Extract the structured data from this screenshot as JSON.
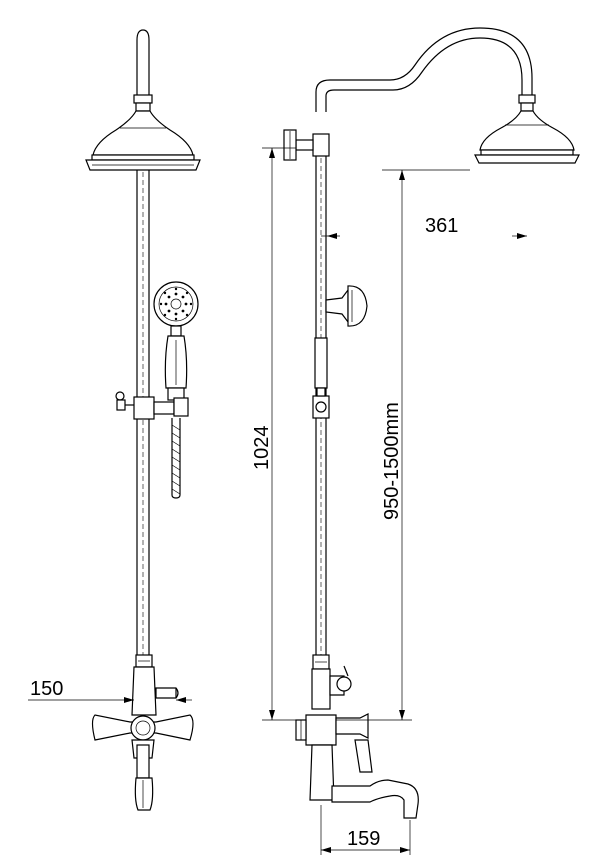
{
  "dimensions": {
    "spout_width": "150",
    "arm_reach": "361",
    "overall_height": "1024",
    "adjustable_height": "950-1500mm",
    "spout_reach": "159"
  }
}
